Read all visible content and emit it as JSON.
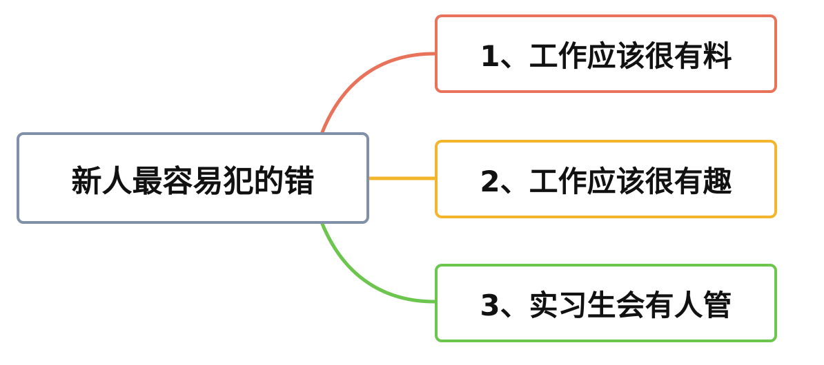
{
  "diagram": {
    "type": "mind-map",
    "root": {
      "label": "新人最容易犯的错",
      "border_color": "#8090a8"
    },
    "branches": [
      {
        "label": "1、工作应该很有料",
        "color": "#e8735a"
      },
      {
        "label": "2、工作应该很有趣",
        "color": "#f2b52b"
      },
      {
        "label": "3、实习生会有人管",
        "color": "#6cc64e"
      }
    ]
  }
}
